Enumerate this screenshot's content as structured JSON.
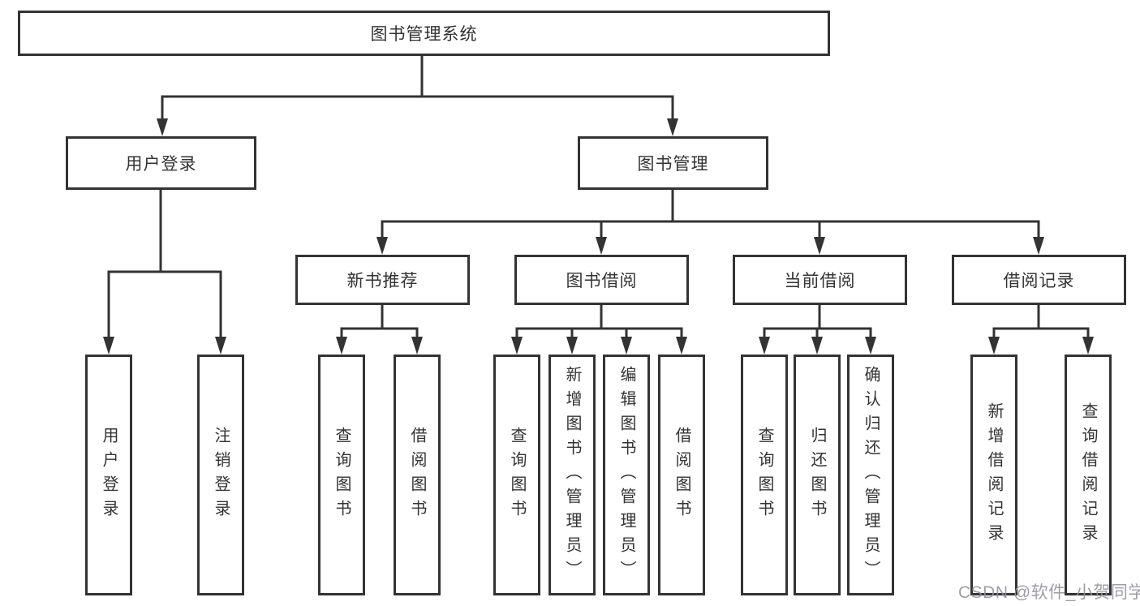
{
  "diagram": {
    "type": "hierarchy-tree",
    "watermark": "CSDN @软件_小贺同学",
    "colors": {
      "line": "#333333",
      "text": "#333333",
      "box_background": "#ffffff",
      "watermark": "#94949c"
    },
    "root": {
      "label": "图书管理系统"
    },
    "level2": [
      {
        "label": "用户登录"
      },
      {
        "label": "图书管理"
      }
    ],
    "level3": [
      {
        "label": "新书推荐"
      },
      {
        "label": "图书借阅"
      },
      {
        "label": "当前借阅"
      },
      {
        "label": "借阅记录"
      }
    ],
    "leaves": {
      "user_login": [
        {
          "label": "用户登录"
        },
        {
          "label": "注销登录"
        }
      ],
      "new_book_recommendation": [
        {
          "label": "查询图书"
        },
        {
          "label": "借阅图书"
        }
      ],
      "book_borrowing": [
        {
          "label": "查询图书"
        },
        {
          "label": "新增图书（管理员）"
        },
        {
          "label": "编辑图书（管理员）"
        },
        {
          "label": "借阅图书"
        }
      ],
      "current_borrowing": [
        {
          "label": "查询图书"
        },
        {
          "label": "归还图书"
        },
        {
          "label": "确认归还（管理员）"
        }
      ],
      "borrowing_records": [
        {
          "label": "新增借阅记录"
        },
        {
          "label": "查询借阅记录"
        }
      ]
    }
  }
}
